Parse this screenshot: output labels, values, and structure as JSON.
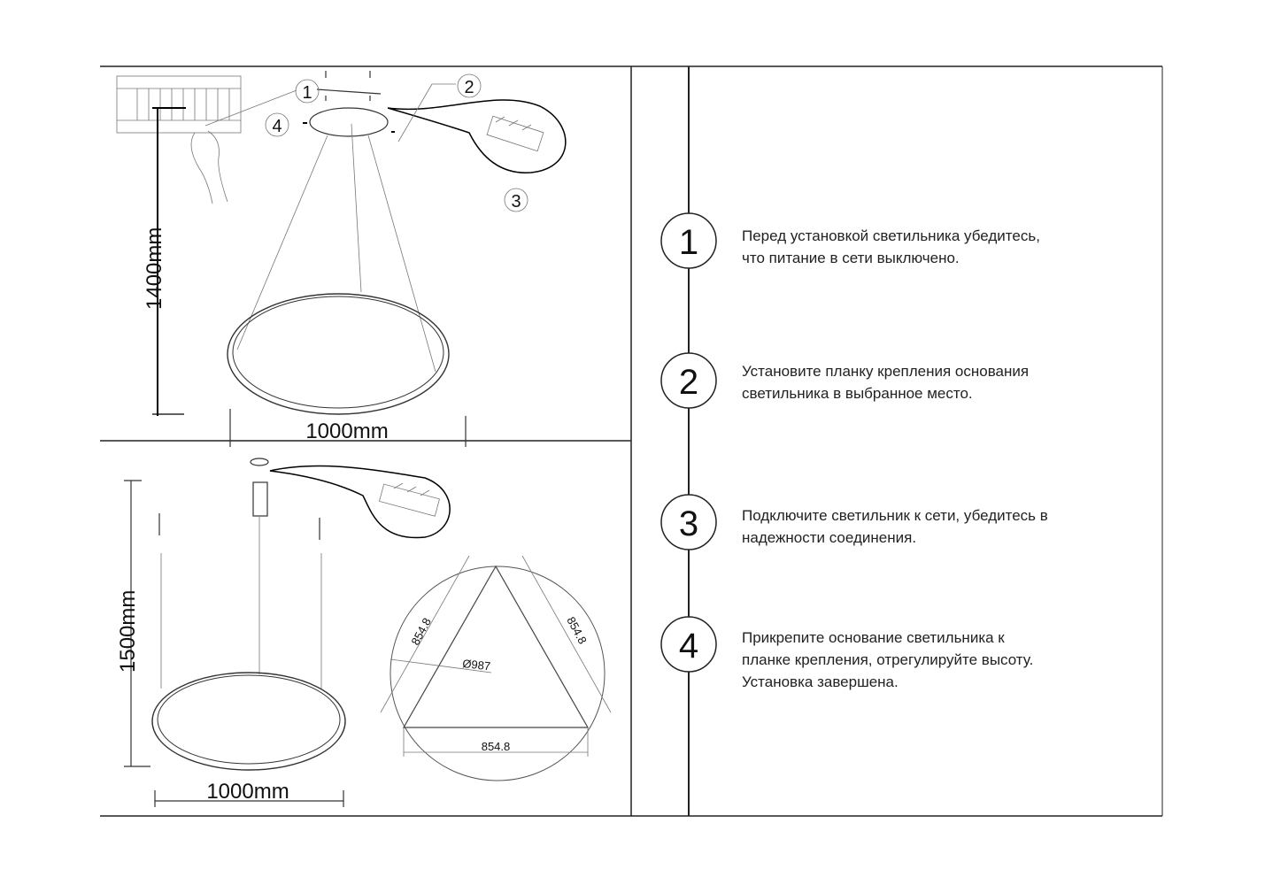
{
  "top_diagram": {
    "callouts": [
      "1",
      "2",
      "3",
      "4"
    ],
    "height_label": "1400mm",
    "width_label": "1000mm"
  },
  "bottom_diagram": {
    "height_label": "1500mm",
    "width_label": "1000mm",
    "triangle_side_left": "854.8",
    "triangle_side_right": "854.8",
    "triangle_side_bottom": "854.8",
    "circle_diameter": "Ø987"
  },
  "steps": [
    {
      "number": "1",
      "lines": [
        "Перед установкой светильника убедитесь,",
        "что питание в сети выключено."
      ]
    },
    {
      "number": "2",
      "lines": [
        "Установите планку крепления основания",
        "светильника в выбранное место."
      ]
    },
    {
      "number": "3",
      "lines": [
        "Подключите светильник к сети, убедитесь в",
        "надежности соединения."
      ]
    },
    {
      "number": "4",
      "lines": [
        "Прикрепите основание светильника к",
        "планке крепления, отрегулируйте высоту.",
        "Установка завершена."
      ]
    }
  ]
}
